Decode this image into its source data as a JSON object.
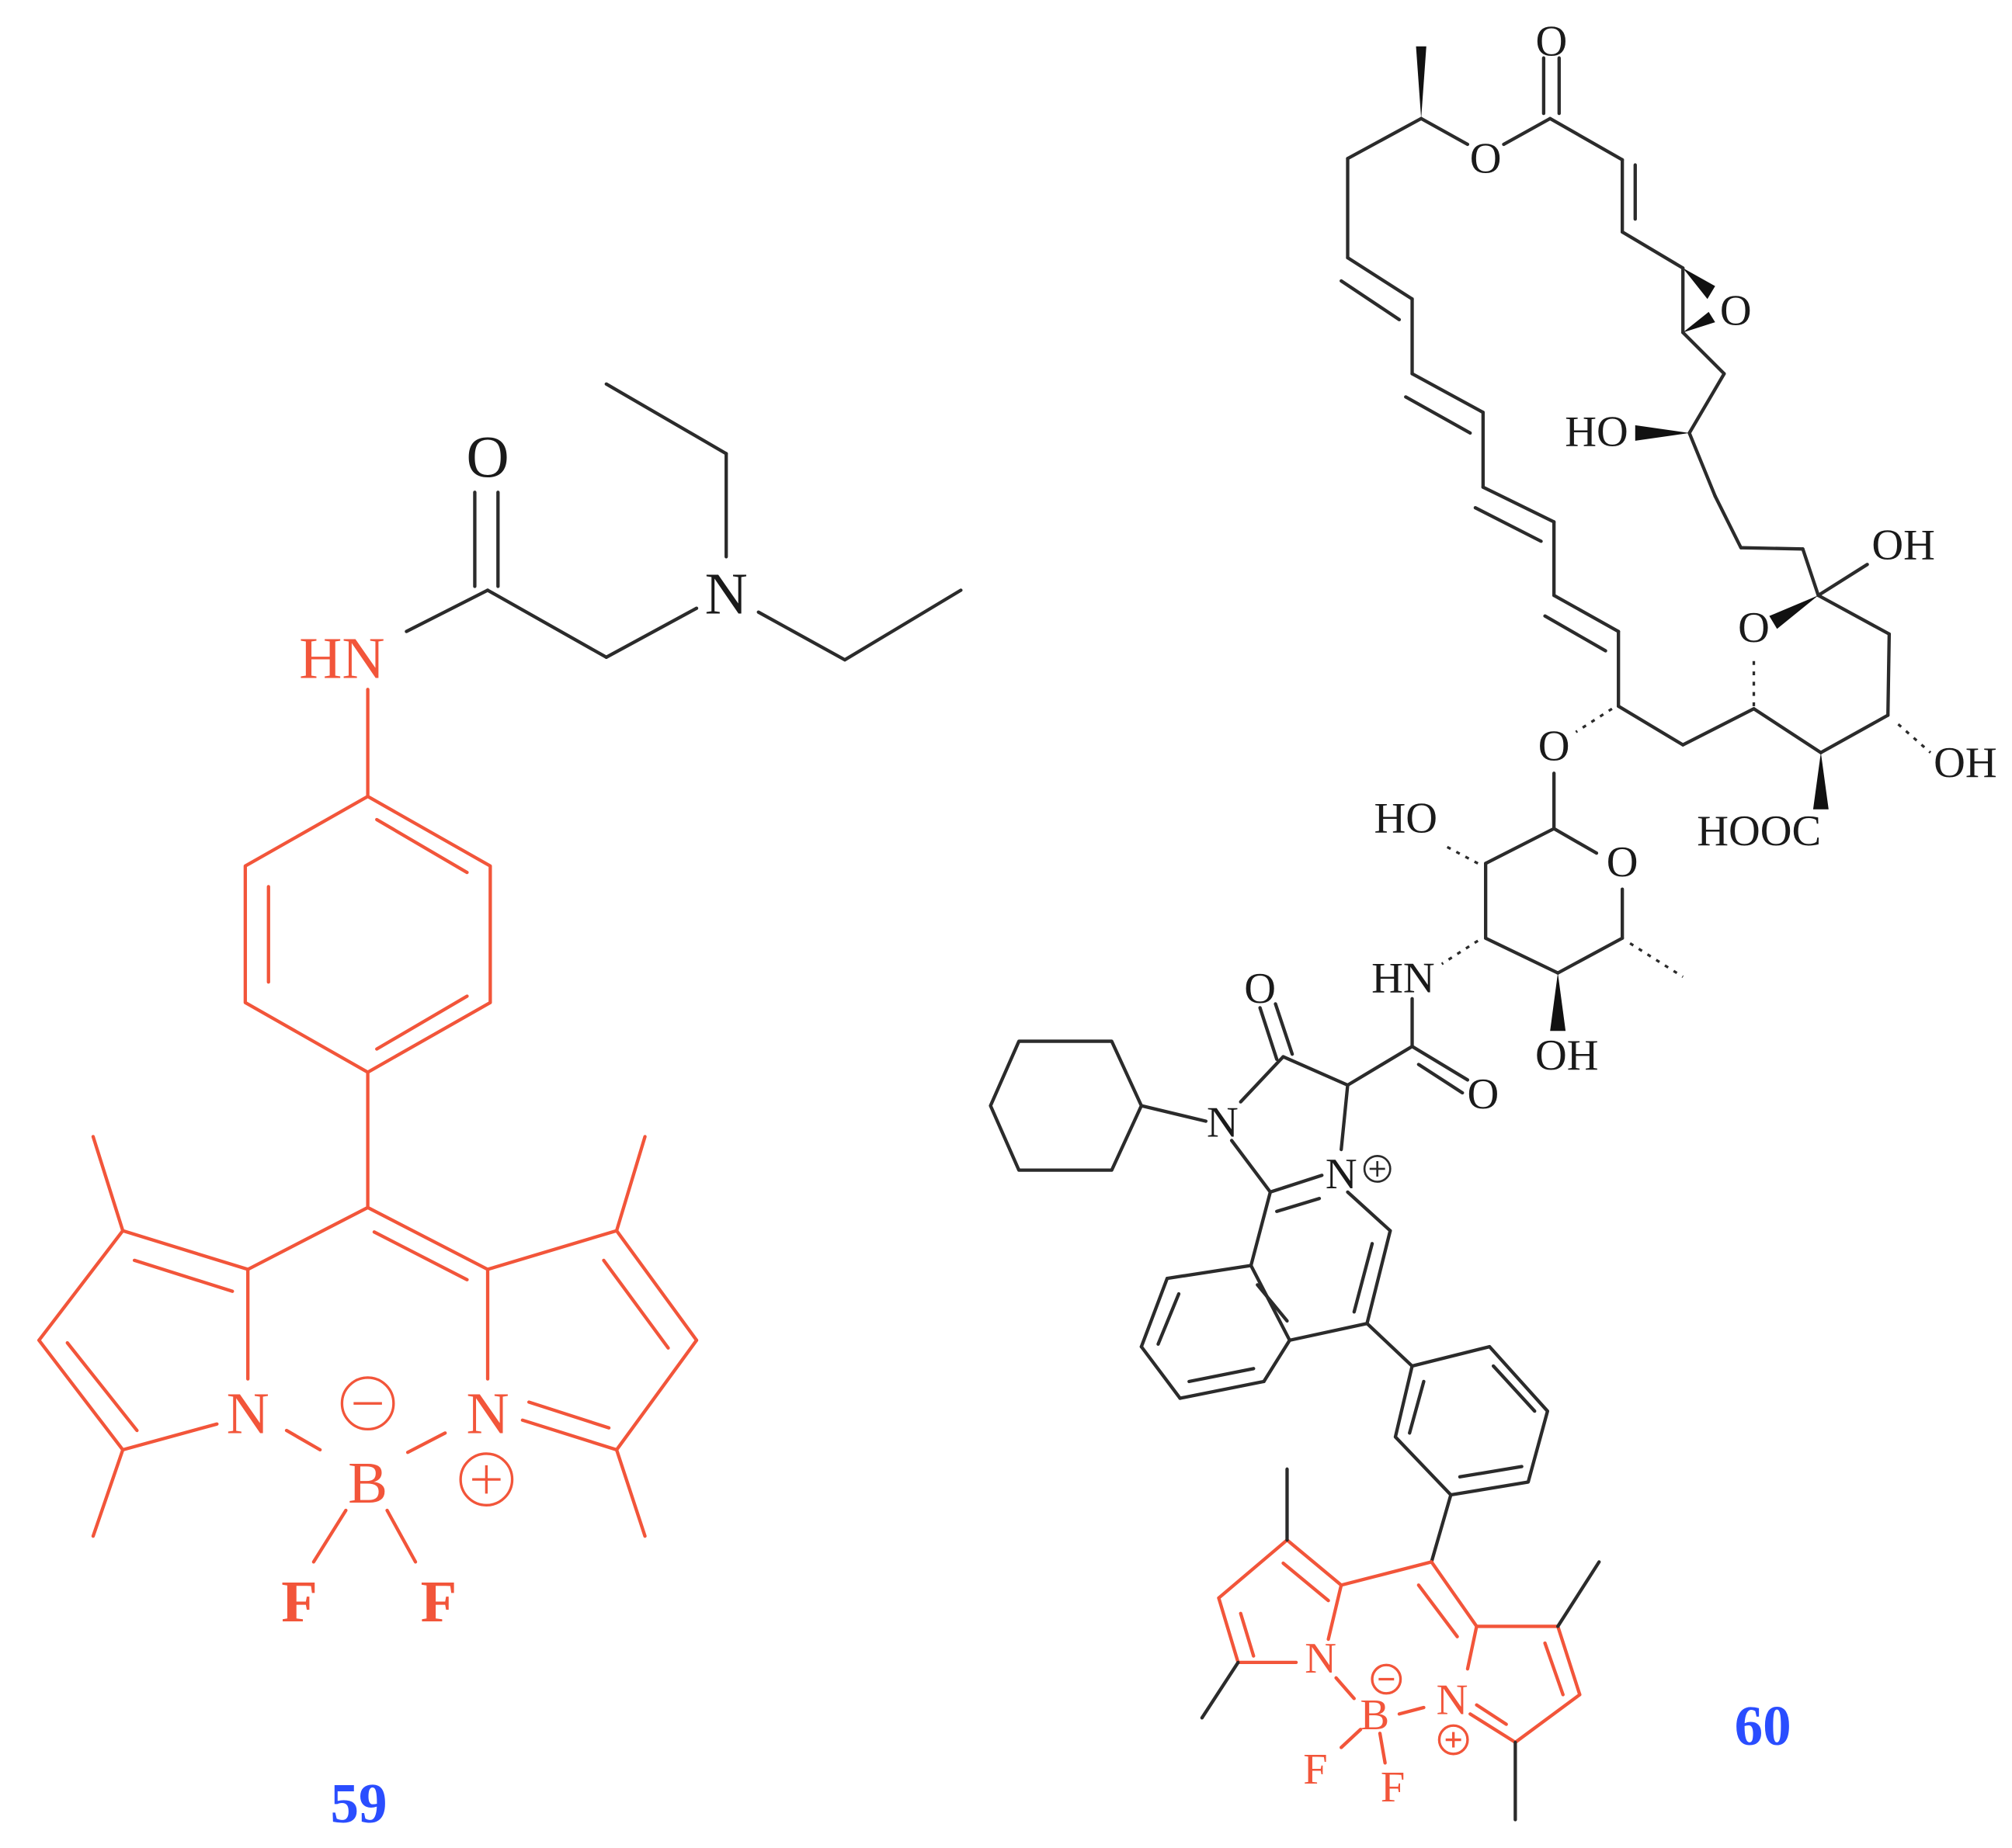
{
  "figure": {
    "type": "chemical-structure-diagram",
    "colors": {
      "highlight_fragment": "#f2553a",
      "skeleton": "#2b2b2b",
      "compound_label": "#2a4dff",
      "background": "#ffffff"
    }
  },
  "compound_59": {
    "label": "59",
    "atoms": {
      "carbonyl_o": "O",
      "amide_nh": "HN",
      "amine_n": "N",
      "bodipy_n_left": "N",
      "bodipy_n_right": "N",
      "boron": "B",
      "fluorine_1": "F",
      "fluorine_2": "F"
    },
    "charges": {
      "boron": "−",
      "nitrogen": "+"
    }
  },
  "compound_60": {
    "label": "60",
    "atoms": {
      "top_carbonyl_o": "O",
      "ester_o": "O",
      "epoxide_o": "O",
      "ho_1": "HO",
      "oh_hemiketal": "OH",
      "ring_o": "O",
      "oh_ring": "OH",
      "cooh": "HOOC",
      "glycoside_o": "O",
      "sugar_ho": "HO",
      "sugar_ring_o": "O",
      "sugar_nh": "HN",
      "sugar_oh": "OH",
      "imid_o": "O",
      "amide_o": "O",
      "imid_n": "N",
      "pyridinium_n": "N",
      "bodipy_n_left": "N",
      "bodipy_n_right": "N",
      "boron": "B",
      "fluorine_1": "F",
      "fluorine_2": "F"
    },
    "charges": {
      "pyridinium": "+",
      "boron": "−",
      "nitrogen": "+"
    }
  }
}
